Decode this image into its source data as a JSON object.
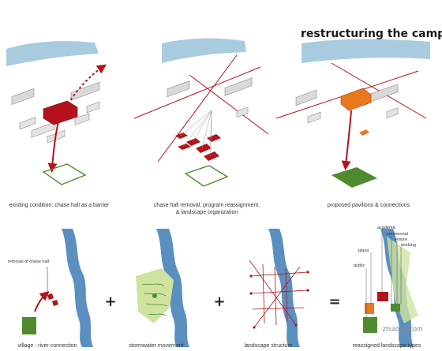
{
  "title": "restructuring the campus",
  "colors": {
    "river": "#5b8fbf",
    "sky": "#a9cbe0",
    "accent_red": "#b5121b",
    "orange": "#e8771e",
    "green": "#4f8a2f",
    "light_green": "#cfe3a0",
    "building": "#d9d9d9"
  },
  "top_panels": [
    {
      "caption": "existing condition: chase hall as a barrier"
    },
    {
      "caption_line1": "chase hall removal, program reassignment,",
      "caption_line2": "& landscape organization"
    },
    {
      "caption": "proposed pavilions & connections"
    }
  ],
  "bottom_panels": [
    {
      "caption": "village : river connection",
      "annotation": "removal of chase hall"
    },
    {
      "caption": "stormwater movement"
    },
    {
      "caption": "landscape structure"
    },
    {
      "caption": "reassigned landscape types",
      "labels": [
        "academic",
        "ceremonial",
        "leisure",
        "working",
        "plaza",
        "public"
      ]
    }
  ],
  "operators": [
    "+",
    "+",
    "="
  ],
  "watermark": "zhulong.com"
}
